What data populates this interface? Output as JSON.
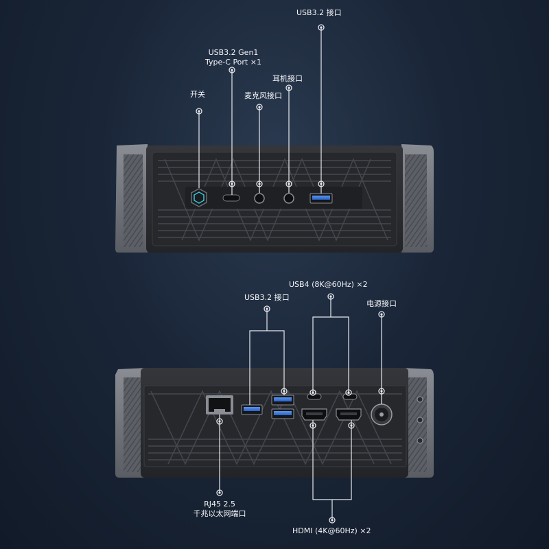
{
  "labels": {
    "usb32_top": "USB3.2 接口",
    "usb32_gen1_line1": "USB3.2 Gen1",
    "usb32_gen1_line2": "Type-C Port ×1",
    "earphone": "耳机接口",
    "power_switch": "开关",
    "mic": "麦克风接口",
    "usb4": "USB4 (8K@60Hz) ×2",
    "usb32_rear": "USB3.2 接口",
    "dc_power": "电源接口",
    "rj45_line1": "RJ45 2.5",
    "rj45_line2": "千兆以太网端口",
    "hdmi": "HDMI (4K@60Hz) ×2"
  },
  "colors": {
    "background": "#1a2638",
    "chassis": "#2a2c31",
    "side_panel": "#6b6e75",
    "usb_blue": "#3a7be0",
    "leader": "#e6e9ee"
  }
}
